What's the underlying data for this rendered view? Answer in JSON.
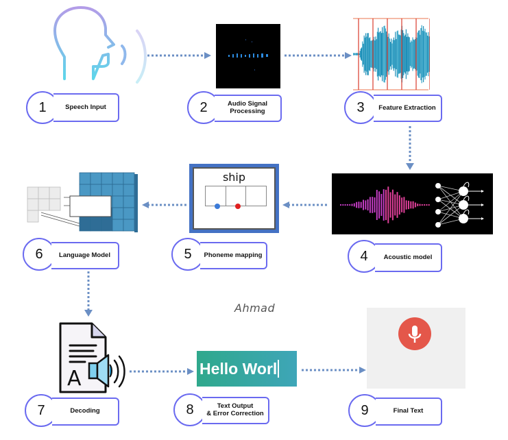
{
  "steps": [
    {
      "number": "1",
      "label": "Speech Input",
      "icon": "speaking-head-icon"
    },
    {
      "number": "2",
      "label_line1": "Audio Signal",
      "label_line2": "Processing",
      "icon": "audio-spectrum-icon"
    },
    {
      "number": "3",
      "label": "Feature Extraction",
      "icon": "waveform-frames-icon"
    },
    {
      "number": "4",
      "label": "Acoustic model",
      "icon": "waveform-neural-net-icon"
    },
    {
      "number": "5",
      "label": "Phoneme mapping",
      "icon": "phoneme-grid-icon",
      "word": "ship"
    },
    {
      "number": "6",
      "label": "Language Model",
      "icon": "tensor-cubes-icon"
    },
    {
      "number": "7",
      "label": "Decoding",
      "icon": "document-speaker-icon"
    },
    {
      "number": "8",
      "label_line1": "Text Output",
      "label_line2": "& Error Correction",
      "icon": "text-output-icon",
      "sample_text": "Hello Worl"
    },
    {
      "number": "9",
      "label": "Final Text",
      "icon": "microphone-icon"
    }
  ],
  "credit": "Ahmad",
  "colors": {
    "accent_border": "#6a6af0",
    "arrow": "#6b8fc4",
    "mic_red": "#e4574a",
    "text_output_bg": "#2fa88c",
    "phoneme_frame": "#4472c4",
    "tensor_blue": "#4a98c4"
  }
}
